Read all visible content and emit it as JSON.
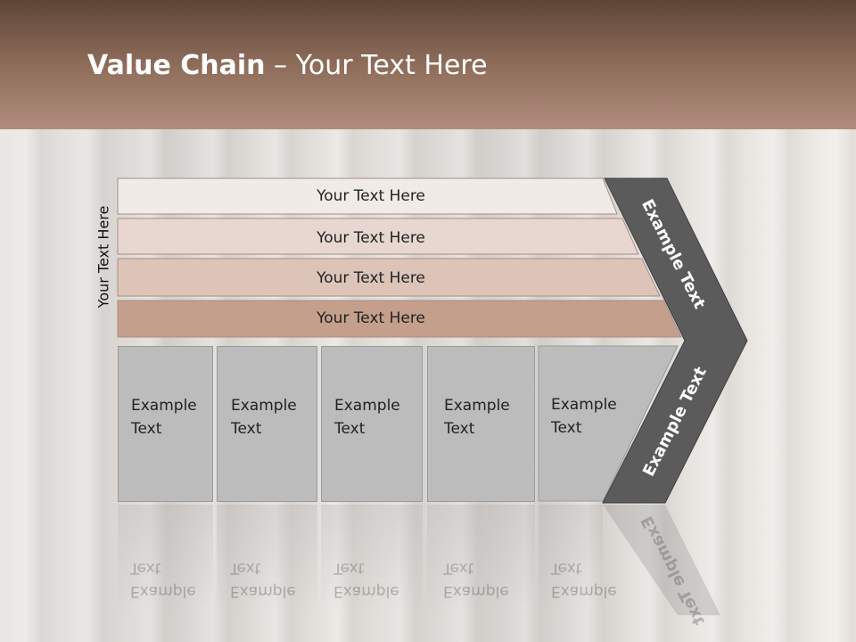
{
  "title": {
    "bold": "Value Chain",
    "rest": " – Your Text Here"
  },
  "side_label": "Your Text Here",
  "bars": [
    {
      "label": "Your Text Here"
    },
    {
      "label": "Your Text Here"
    },
    {
      "label": "Your Text Here"
    },
    {
      "label": "Your Text Here"
    }
  ],
  "boxes": [
    {
      "label": "Example\nText"
    },
    {
      "label": "Example\nText"
    },
    {
      "label": "Example\nText"
    },
    {
      "label": "Example\nText"
    },
    {
      "label": "Example\nText"
    }
  ],
  "chevron": {
    "top_label": "Example Text",
    "bottom_label": "Example Text"
  },
  "colors": {
    "bar1": "#f1ebe8",
    "bar2": "#e7d7d0",
    "bar3": "#dcc4b9",
    "bar4": "#c39f8c",
    "box": "#bcbcbc",
    "chevron": "#5b5b5b"
  }
}
